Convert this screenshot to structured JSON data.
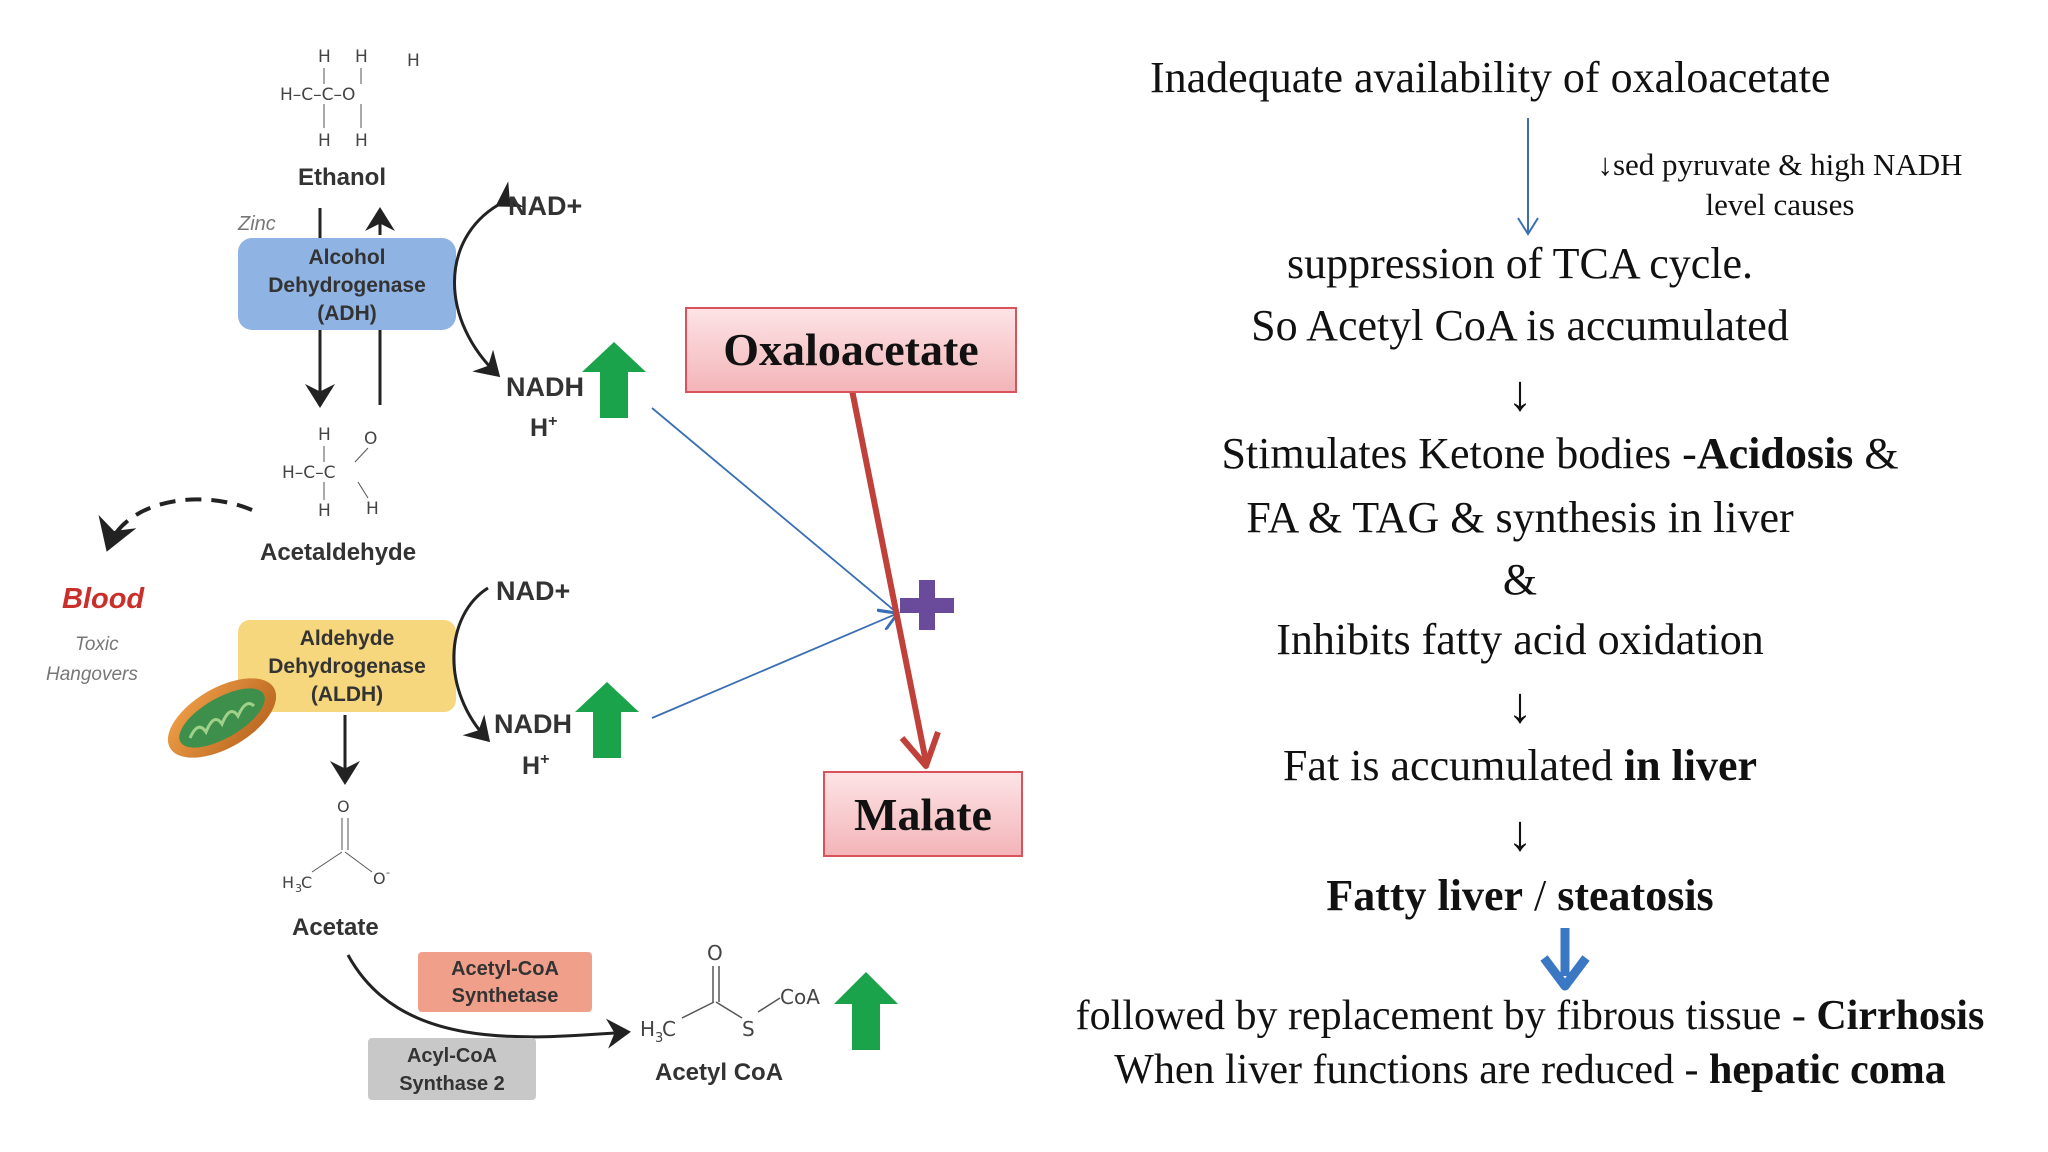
{
  "left": {
    "ethanol": "Ethanol",
    "zinc": "Zinc",
    "adh": {
      "line1": "Alcohol",
      "line2": "Dehydrogenase",
      "line3": "(ADH)"
    },
    "nad_plus_1": "NAD+",
    "nadh_1": "NADH",
    "h_plus_1": "H",
    "acetaldehyde": "Acetaldehyde",
    "blood": "Blood",
    "toxic": "Toxic",
    "hangovers": "Hangovers",
    "aldh": {
      "line1": "Aldehyde",
      "line2": "Dehydrogenase",
      "line3": "(ALDH)"
    },
    "nad_plus_2": "NAD+",
    "nadh_2": "NADH",
    "h_plus_2": "H",
    "acetate": "Acetate",
    "acs": {
      "line1": "Acetyl-CoA",
      "line2": "Synthetase"
    },
    "acyl": {
      "line1": "Acyl-CoA",
      "line2": "Synthase 2"
    },
    "acetyl_coa": "Acetyl CoA",
    "coa_group": "CoA",
    "s_atom": "S",
    "o_atom": "O",
    "h3c": "H3C",
    "oxaloacetate": "Oxaloacetate",
    "malate": "Malate"
  },
  "right": {
    "line1": "Inadequate availability of oxaloacetate",
    "note1": "↓sed pyruvate & high NADH",
    "note2": "level causes",
    "line2": "suppression of TCA cycle.",
    "line3": "So Acetyl CoA is accumulated",
    "arrow": "↓",
    "line4a": "Stimulates Ketone bodies  -",
    "line4b": "Acidosis",
    "line4c": " &",
    "line5": "FA & TAG & synthesis in liver",
    "amp": "&",
    "line6": "Inhibits fatty acid oxidation",
    "line7a": "Fat is accumulated ",
    "line7b": "in liver",
    "line8a": "Fatty liver",
    "line8b": " / ",
    "line8c": "steatosis",
    "line9a": "followed by replacement by fibrous tissue - ",
    "line9b": "Cirrhosis",
    "line10a": "When liver functions are reduced - ",
    "line10b": "hepatic coma"
  },
  "colors": {
    "adh_box": "#8fb3e2",
    "aldh_box": "#f6d77e",
    "acs_box": "#f0a08a",
    "acyl_box": "#c8c8c8",
    "up_arrow": "#1aa34a",
    "red_arrow": "#c0403a",
    "blue_line": "#3a6fb5",
    "plus": "#6a4a9a",
    "pink_box": "#f7c9cc",
    "blood_red": "#c9302c"
  },
  "icons": [
    "up-arrow-icon",
    "plus-icon",
    "mitochondrion-icon",
    "down-arrow-icon"
  ]
}
